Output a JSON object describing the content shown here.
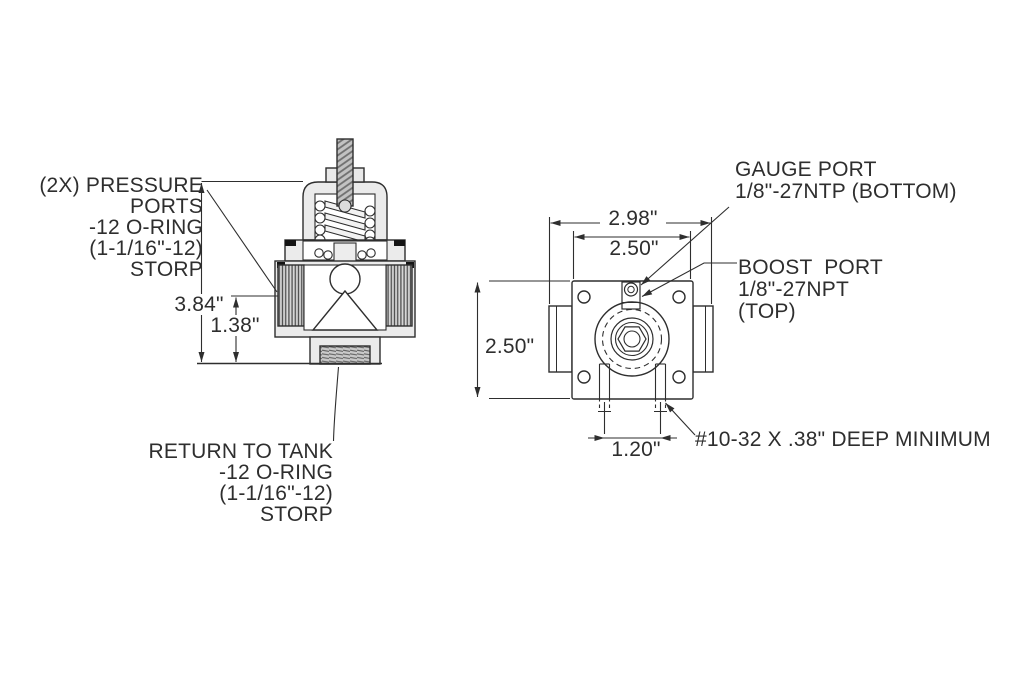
{
  "drawing": {
    "title_implicit": "fuel pressure regulator dimension drawing",
    "labels": {
      "pressure_ports": "(2X) PRESSURE\nPORTS\n-12 O-RING\n(1-1/16\"-12)\nSTORP",
      "return_to_tank": "RETURN TO TANK\n-12 O-RING\n(1-1/16\"-12)\nSTORP",
      "gauge_port": "GAUGE PORT\n1/8\"-27NTP (BOTTOM)",
      "boost_port": "BOOST  PORT\n1/8\"-27NPT\n(TOP)",
      "mounting_thread": "#10-32 X .38\" DEEP MINIMUM"
    },
    "dimensions": {
      "overall_height": "3.84\"",
      "port_centerline_height": "1.38\"",
      "overall_width": "2.98\"",
      "body_width": "2.50\"",
      "body_height": "2.50\"",
      "mount_hole_spacing": "1.20\""
    },
    "colors": {
      "line": "#2e2e2e",
      "metal_fill": "#ebebeb",
      "thread_fill": "#c9c9c9",
      "background": "#ffffff"
    }
  }
}
